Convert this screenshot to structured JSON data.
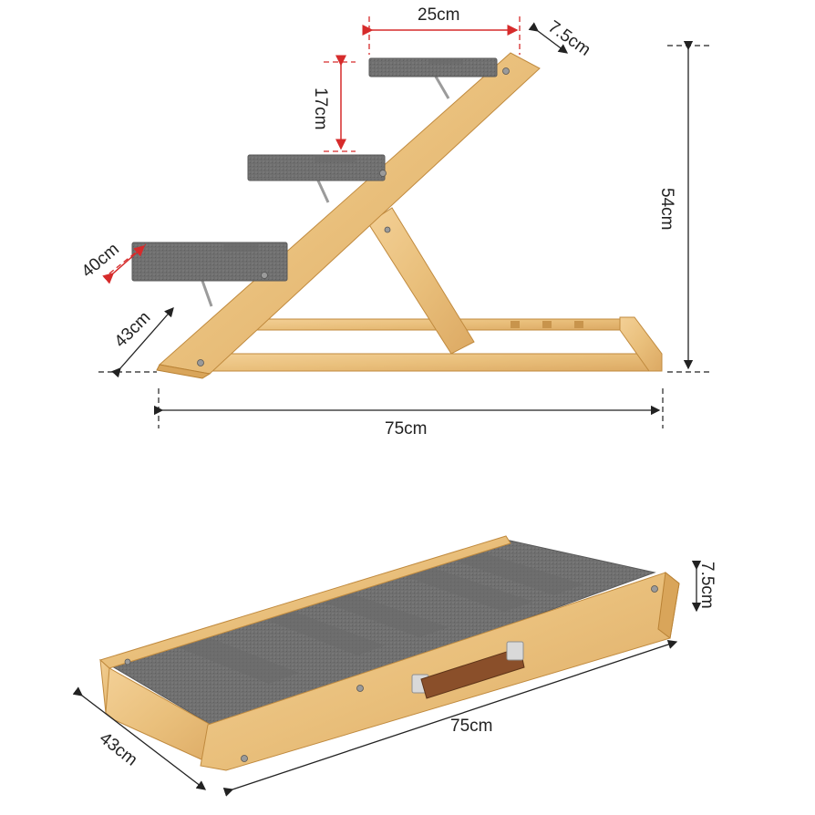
{
  "figure": {
    "top_view": {
      "dimensions": {
        "step_width": "25cm",
        "step_depth": "7.5cm",
        "step_spacing": "17cm",
        "total_height": "54cm",
        "carpet_length": "40cm",
        "base_width": "43cm",
        "total_length": "75cm"
      }
    },
    "bottom_view": {
      "dimensions": {
        "thickness": "7.5cm",
        "length": "75cm",
        "width": "43cm"
      }
    }
  },
  "colors": {
    "wood": "#e9bf7b",
    "carpet": "#6f6f6f",
    "accent_red": "#d62b2b",
    "handle": "#8a4f2a"
  }
}
